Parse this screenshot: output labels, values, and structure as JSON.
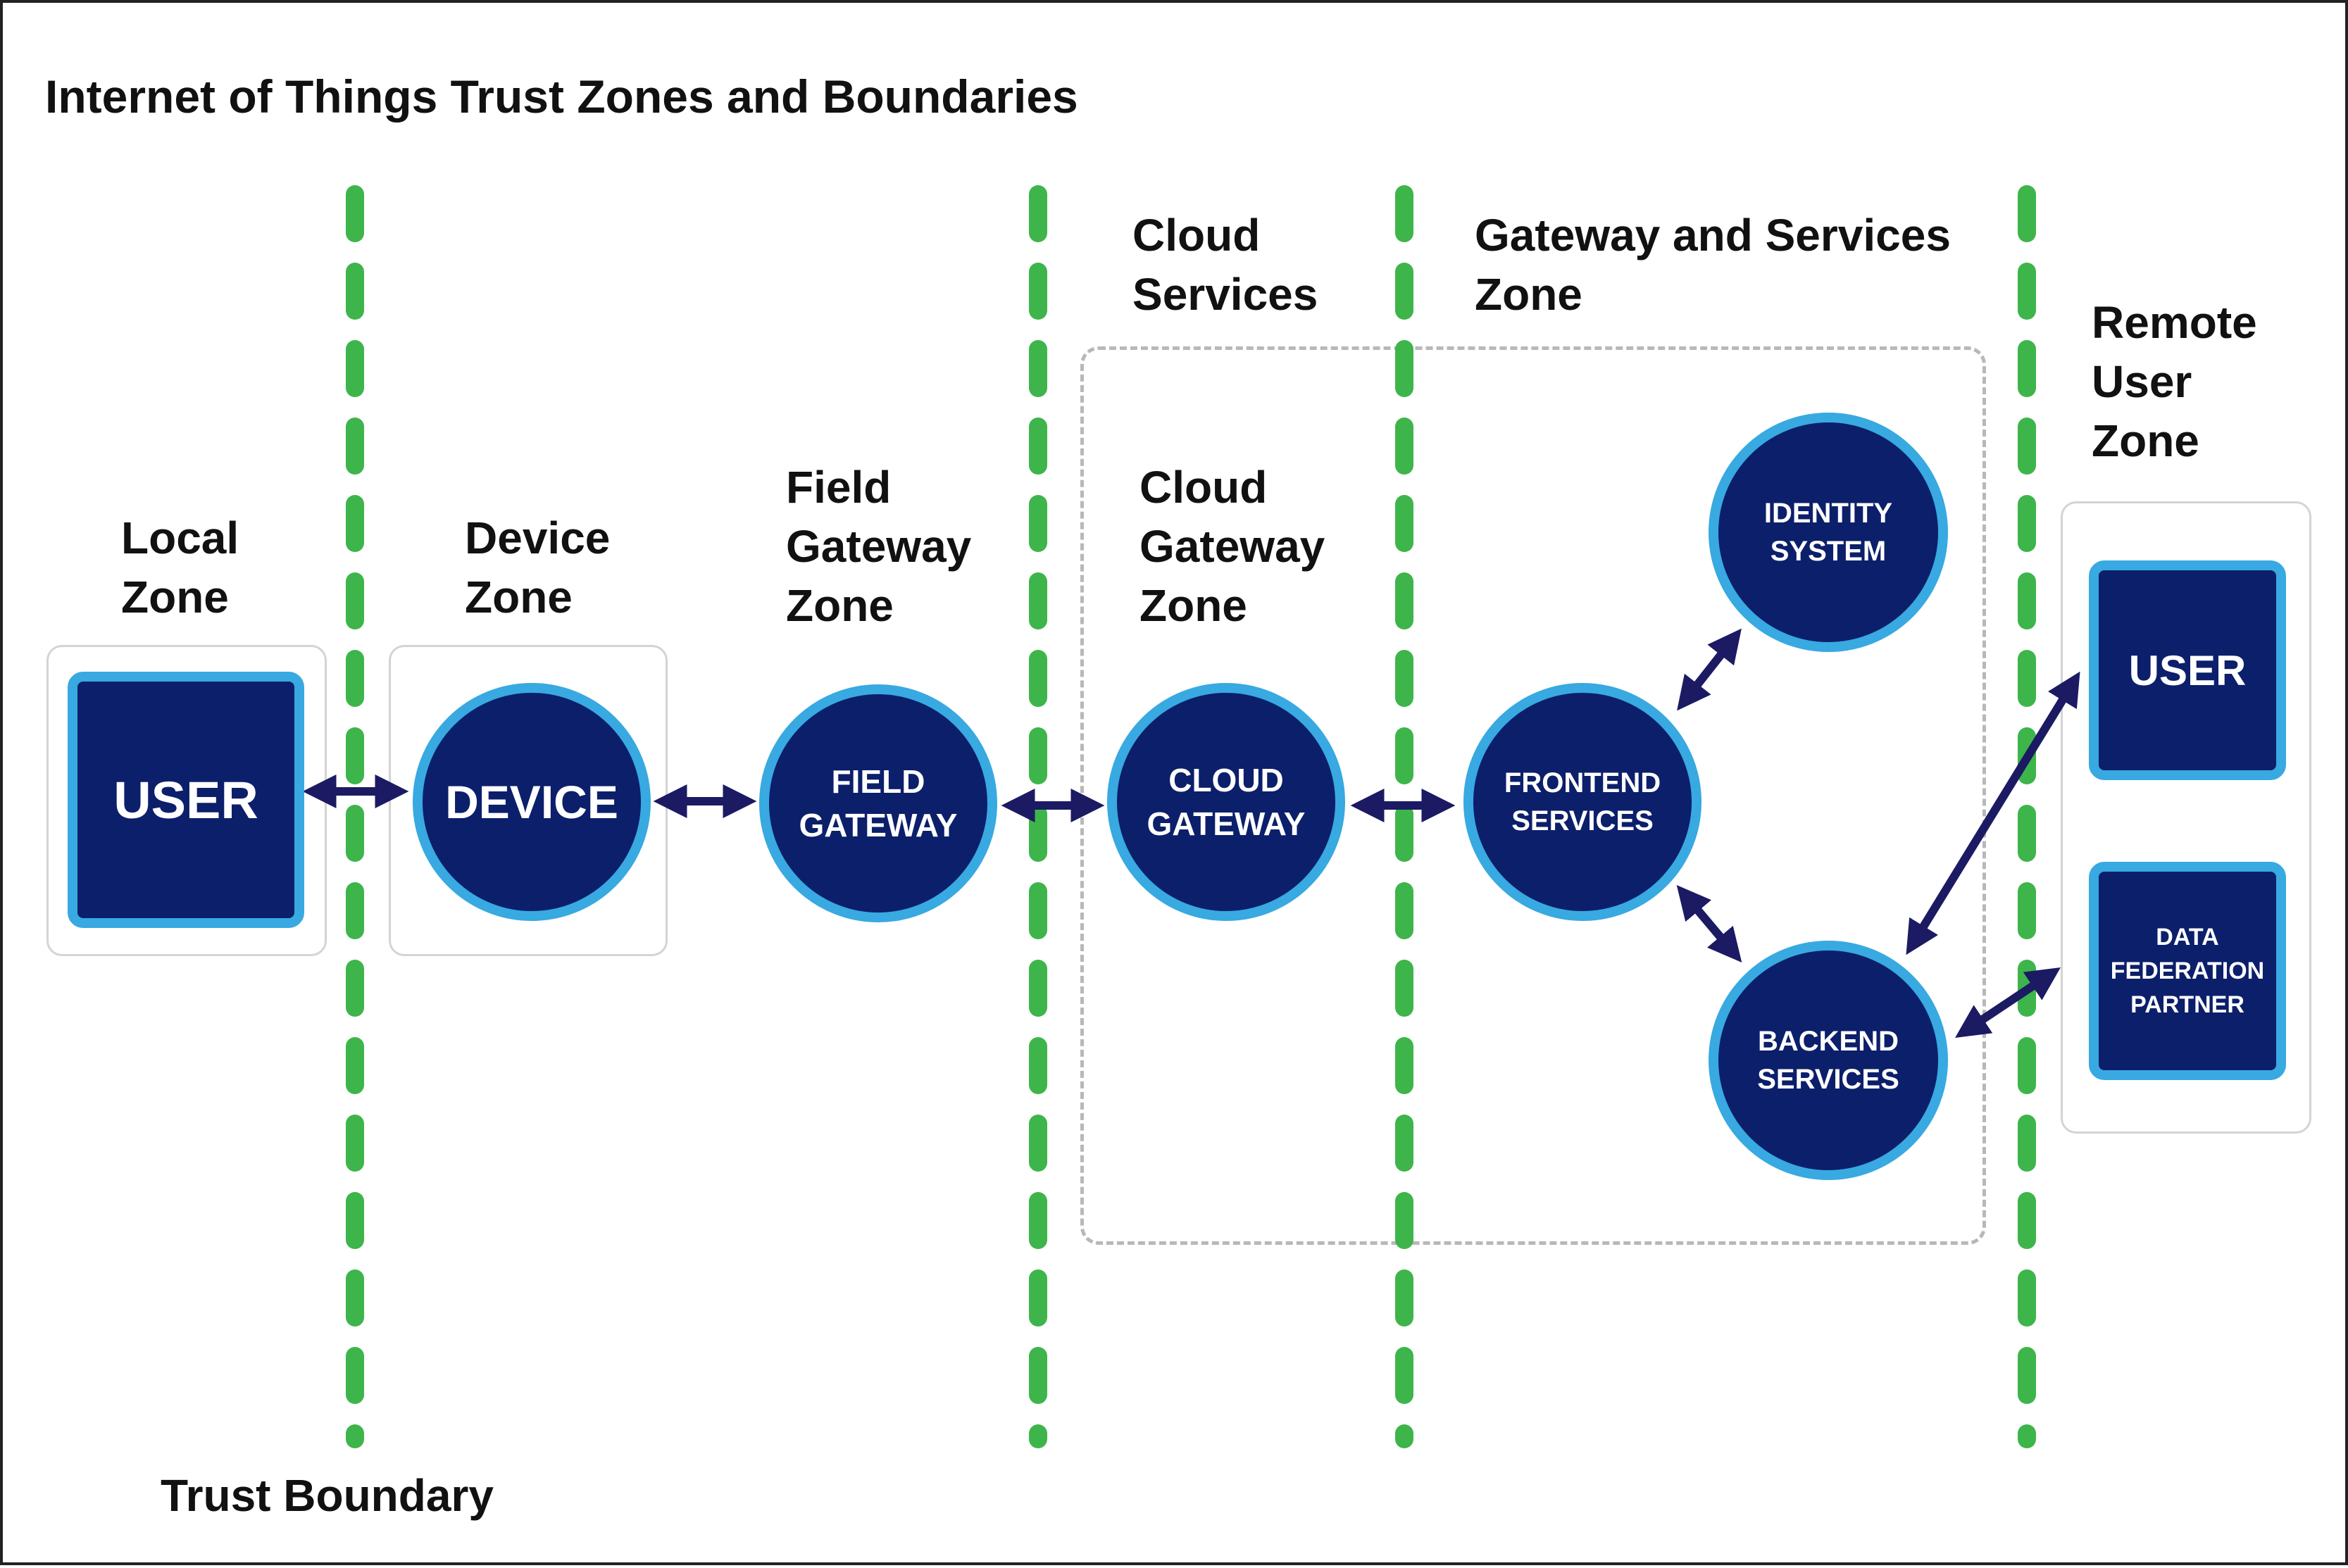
{
  "title": "Internet of Things Trust Zones and Boundaries",
  "zones": {
    "local": "Local\nZone",
    "device": "Device\nZone",
    "field_gateway": "Field\nGateway\nZone",
    "cloud_services": "Cloud\nServices",
    "cloud_gateway": "Cloud\nGateway\nZone",
    "gateway_services": "Gateway and Services\nZone",
    "remote_user": "Remote\nUser\nZone"
  },
  "nodes": {
    "user_local": "USER",
    "device": "DEVICE",
    "field_gateway": "FIELD\nGATEWAY",
    "cloud_gateway": "CLOUD\nGATEWAY",
    "frontend_services": "FRONTEND\nSERVICES",
    "identity_system": "IDENTITY\nSYSTEM",
    "backend_services": "BACKEND\nSERVICES",
    "user_remote": "USER",
    "data_federation_partner": "DATA\nFEDERATION\nPARTNER"
  },
  "legend": {
    "trust_boundary": "Trust Boundary"
  },
  "colors": {
    "node_fill": "#0c1f6b",
    "node_ring": "#38a9e1",
    "boundary": "#3db54a",
    "arrow": "#1b1a63",
    "dashed_box": "#b8b8b8"
  }
}
